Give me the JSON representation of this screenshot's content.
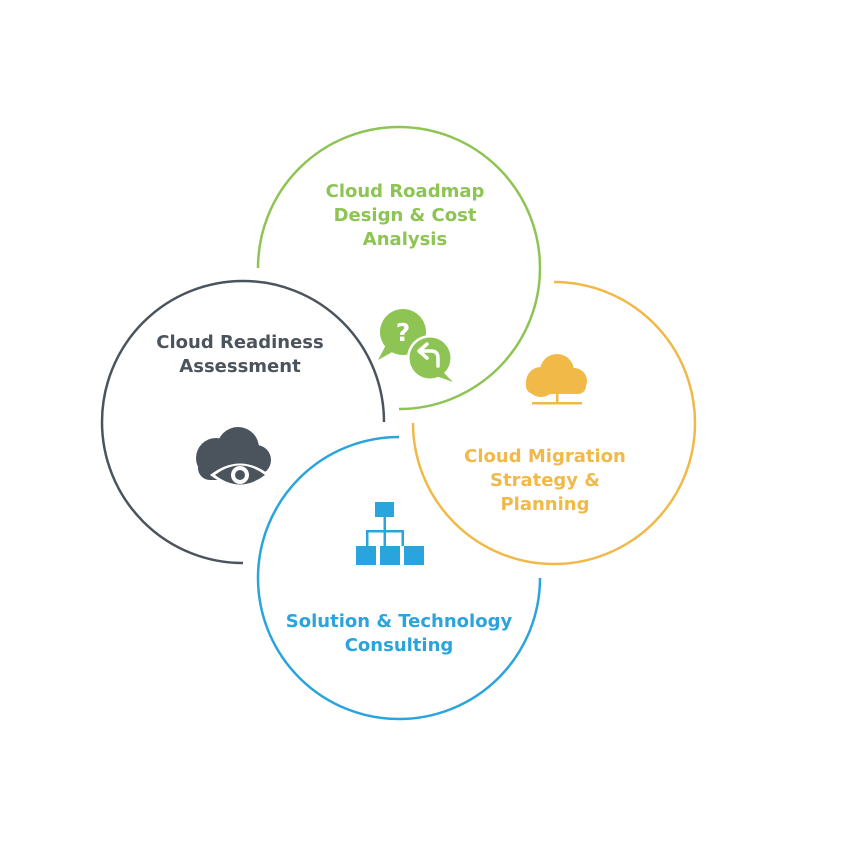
{
  "diagram": {
    "roadmap": {
      "lines": [
        "Cloud Roadmap",
        "Design & Cost",
        "Analysis"
      ],
      "color": "#8dc453",
      "icon": "question-answer-chat-bubbles-icon"
    },
    "readiness": {
      "lines": [
        "Cloud Readiness",
        "Assessment"
      ],
      "color": "#4b545c",
      "icon": "cloud-eye-icon"
    },
    "migration": {
      "lines": [
        "Cloud Migration",
        "Strategy &",
        "Planning"
      ],
      "color": "#f0b948",
      "icon": "cloud-network-icon"
    },
    "solution": {
      "lines": [
        "Solution & Technology",
        "Consulting"
      ],
      "color": "#2aa4dc",
      "icon": "hierarchy-chart-icon"
    }
  }
}
